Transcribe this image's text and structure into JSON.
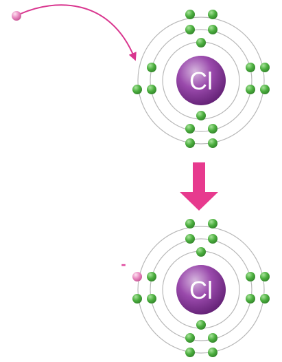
{
  "atom": {
    "symbol": "Cl",
    "nucleus_color": "#7a2d8c",
    "nucleus_highlight": "#d7b8df",
    "shell_color": "#b8b8b8",
    "electron_color": "#4caf3f",
    "electron_highlight": "#a8e39b",
    "electrons_per_shell": [
      2,
      8,
      7
    ]
  },
  "incoming_electron": {
    "color": "#e04fa2",
    "highlight": "#f9c9e3",
    "path_color": "#d9368f"
  },
  "reaction_arrow": {
    "color": "#e73a8e"
  },
  "ion": {
    "symbol": "Cl",
    "charge": "-",
    "electrons_per_shell": [
      2,
      8,
      8
    ]
  }
}
